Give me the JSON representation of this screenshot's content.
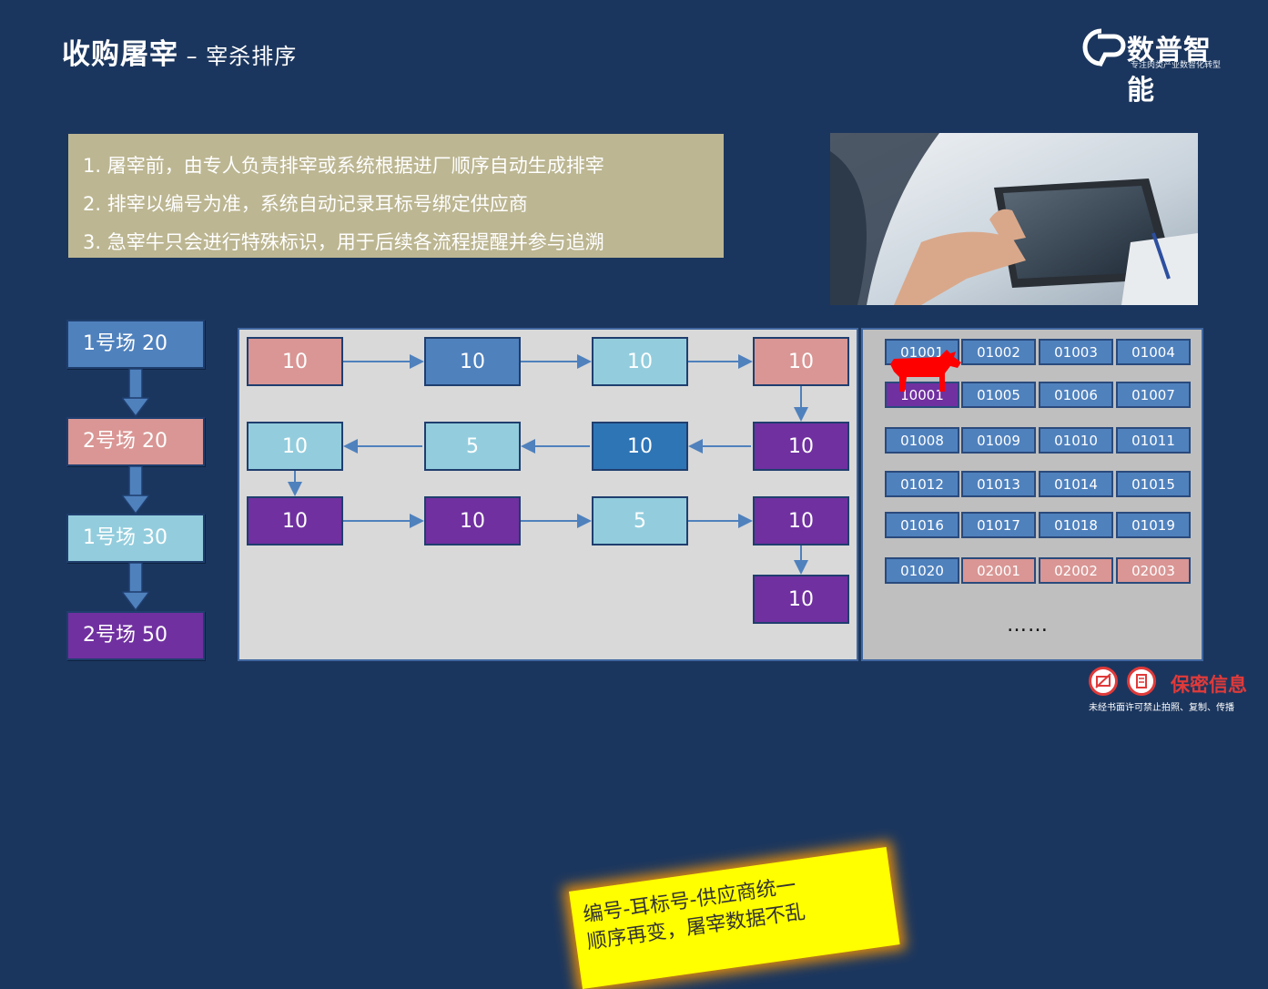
{
  "header": {
    "title": "收购屠宰",
    "subtitle": " – 宰杀排序"
  },
  "logo": {
    "brand": "数普智能",
    "slogan": "专注肉类产业数智化转型"
  },
  "notes": [
    "1.  屠宰前，由专人负责排宰或系统根据进厂顺序自动生成排宰",
    "2.  排宰以编号为准，系统自动记录耳标号绑定供应商",
    "3.  急宰牛只会进行特殊标识，用于后续各流程提醒并参与追溯"
  ],
  "sequence": [
    {
      "label": "1号场   20",
      "color": "#4f81bd"
    },
    {
      "label": "2号场   20",
      "color": "#d99694"
    },
    {
      "label": "1号场   30",
      "color": "#93cddd"
    },
    {
      "label": "2号场   50",
      "color": "#7030a0"
    }
  ],
  "flow_nodes": [
    {
      "value": "10",
      "color": "#d99694"
    },
    {
      "value": "10",
      "color": "#4f81bd"
    },
    {
      "value": "10",
      "color": "#93cddd"
    },
    {
      "value": "10",
      "color": "#d99694"
    },
    {
      "value": "10",
      "color": "#93cddd"
    },
    {
      "value": "5",
      "color": "#93cddd"
    },
    {
      "value": "10",
      "color": "#2e75b6"
    },
    {
      "value": "10",
      "color": "#7030a0"
    },
    {
      "value": "10",
      "color": "#7030a0"
    },
    {
      "value": "10",
      "color": "#7030a0"
    },
    {
      "value": "5",
      "color": "#93cddd"
    },
    {
      "value": "10",
      "color": "#7030a0"
    },
    {
      "value": "10",
      "color": "#7030a0"
    }
  ],
  "ear_tags": [
    {
      "id": "01001",
      "color": "#4f81bd"
    },
    {
      "id": "01002",
      "color": "#4f81bd"
    },
    {
      "id": "01003",
      "color": "#4f81bd"
    },
    {
      "id": "01004",
      "color": "#4f81bd"
    },
    {
      "id": "10001",
      "color": "#7030a0"
    },
    {
      "id": "01005",
      "color": "#4f81bd"
    },
    {
      "id": "01006",
      "color": "#4f81bd"
    },
    {
      "id": "01007",
      "color": "#4f81bd"
    },
    {
      "id": "01008",
      "color": "#4f81bd"
    },
    {
      "id": "01009",
      "color": "#4f81bd"
    },
    {
      "id": "01010",
      "color": "#4f81bd"
    },
    {
      "id": "01011",
      "color": "#4f81bd"
    },
    {
      "id": "01012",
      "color": "#4f81bd"
    },
    {
      "id": "01013",
      "color": "#4f81bd"
    },
    {
      "id": "01014",
      "color": "#4f81bd"
    },
    {
      "id": "01015",
      "color": "#4f81bd"
    },
    {
      "id": "01016",
      "color": "#4f81bd"
    },
    {
      "id": "01017",
      "color": "#4f81bd"
    },
    {
      "id": "01018",
      "color": "#4f81bd"
    },
    {
      "id": "01019",
      "color": "#4f81bd"
    },
    {
      "id": "01020",
      "color": "#4f81bd"
    },
    {
      "id": "02001",
      "color": "#d99694"
    },
    {
      "id": "02002",
      "color": "#d99694"
    },
    {
      "id": "02003",
      "color": "#d99694"
    }
  ],
  "grid_more": "……",
  "callout": [
    "编号-耳标号-供应商统一",
    "顺序再变，屠宰数据不乱"
  ],
  "confidential": {
    "label": "保密信息",
    "note": "未经书面许可禁止拍照、复制、传播"
  },
  "icons": {
    "cattle": "cattle-icon",
    "photo": "tablet-photo",
    "no-photo": "no-camera-icon",
    "no-copy": "no-copy-icon"
  }
}
